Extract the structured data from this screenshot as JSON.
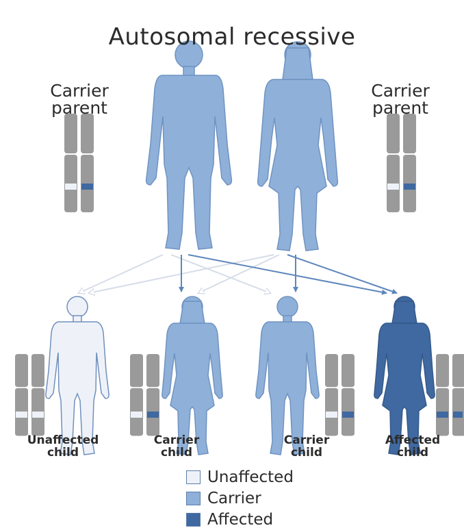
{
  "title": "Autosomal recessive",
  "parents": {
    "left_label": "Carrier\nparent",
    "right_label": "Carrier\nparent"
  },
  "children": [
    {
      "label_line1": "Unaffected",
      "label_line2": "child",
      "status": "unaffected"
    },
    {
      "label_line1": "Carrier",
      "label_line2": "child",
      "status": "carrier"
    },
    {
      "label_line1": "Carrier",
      "label_line2": "child",
      "status": "carrier"
    },
    {
      "label_line1": "Affected",
      "label_line2": "child",
      "status": "affected"
    }
  ],
  "legend": [
    {
      "label": "Unaffected",
      "color": "#eef2f8"
    },
    {
      "label": "Carrier",
      "color": "#8fb0d8"
    },
    {
      "label": "Affected",
      "color": "#3f69a0"
    }
  ],
  "colors": {
    "chromosome": "#9a9a9a",
    "allele_normal": "#eef2f8",
    "allele_mutant": "#3f69a0",
    "arrow_normal": "#d6dde8",
    "arrow_mutant": "#5d86bb",
    "outline": "#5d7fae"
  }
}
